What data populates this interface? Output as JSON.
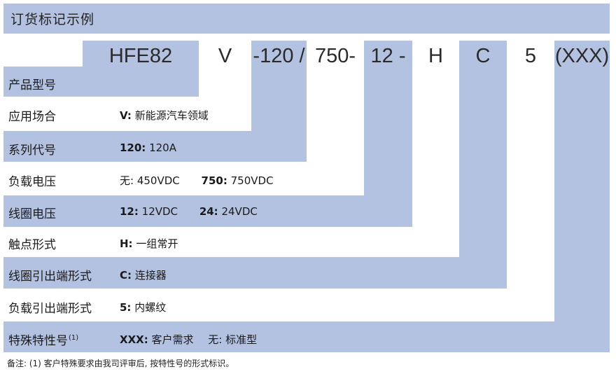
{
  "header": {
    "title": "订货标记示例"
  },
  "code": {
    "model": "HFE82",
    "application": "V",
    "series": "-120 /",
    "load_voltage": "750-",
    "coil_voltage": "12 -",
    "contact": "H",
    "coil_terminal": "C",
    "load_terminal": "5",
    "special": "(XXX)"
  },
  "rows": [
    {
      "label": "产品型号",
      "options": []
    },
    {
      "label": "应用场合",
      "options": [
        {
          "code": "V:",
          "text": "新能源汽车领域"
        }
      ]
    },
    {
      "label": "系列代号",
      "options": [
        {
          "code": "120:",
          "text": "120A"
        }
      ]
    },
    {
      "label": "负载电压",
      "options": [
        {
          "code": "",
          "text": "无: 450VDC"
        },
        {
          "code": "750:",
          "text": "750VDC"
        }
      ]
    },
    {
      "label": "线圈电压",
      "options": [
        {
          "code": "12:",
          "text": "12VDC"
        },
        {
          "code": "24:",
          "text": "24VDC"
        }
      ]
    },
    {
      "label": "触点形式",
      "options": [
        {
          "code": "H:",
          "text": "一组常开"
        }
      ]
    },
    {
      "label": "线圈引出端形式",
      "options": [
        {
          "code": "C:",
          "text": "连接器"
        }
      ]
    },
    {
      "label": "负载引出端形式",
      "options": [
        {
          "code": "5:",
          "text": "内螺纹"
        }
      ]
    },
    {
      "label": "特殊特性号",
      "label_sup": "(1)",
      "options": [
        {
          "code": "XXX:",
          "text": "客户需求"
        },
        {
          "code": "",
          "text": "无: 标准型"
        }
      ]
    }
  ],
  "footnote": "备注: (1) 客户特殊要求由我司评审后, 按特性号的形式标识。",
  "colors": {
    "blue": "#b4c2e2",
    "text": "#1a1a1a"
  }
}
